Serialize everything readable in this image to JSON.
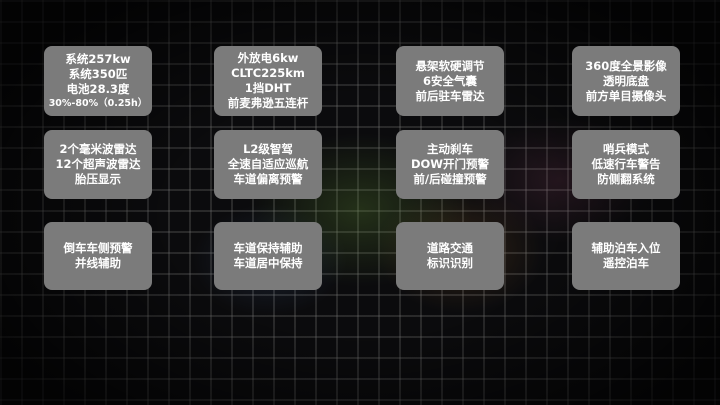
{
  "cards": [
    {
      "lines": [
        "系统257kw",
        "系统350匹",
        "电池28.3度",
        "30%-80%（0.25h）"
      ]
    },
    {
      "lines": [
        "外放电6kw",
        "CLTC225km",
        "1挡DHT",
        "前麦弗逊五连杆"
      ]
    },
    {
      "lines": [
        "悬架软硬调节",
        "6安全气囊",
        "前后驻车雷达"
      ]
    },
    {
      "lines": [
        "360度全景影像",
        "透明底盘",
        "前方单目摄像头"
      ]
    },
    {
      "lines": [
        "2个毫米波雷达",
        "12个超声波雷达",
        "胎压显示"
      ]
    },
    {
      "lines": [
        "L2级智驾",
        "全速自适应巡航",
        "车道偏离预警"
      ]
    },
    {
      "lines": [
        "主动刹车",
        "DOW开门预警",
        "前/后碰撞预警"
      ]
    },
    {
      "lines": [
        "哨兵模式",
        "低速行车警告",
        "防侧翻系统"
      ]
    },
    {
      "lines": [
        "倒车车侧预警",
        "并线辅助"
      ]
    },
    {
      "lines": [
        "车道保持辅助",
        "车道居中保持"
      ]
    },
    {
      "lines": [
        "道路交通",
        "标识识别"
      ]
    },
    {
      "lines": [
        "辅助泊车入位",
        "遥控泊车"
      ]
    }
  ]
}
